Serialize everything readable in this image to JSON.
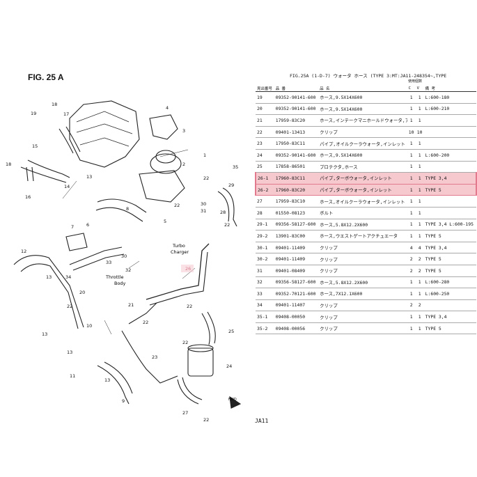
{
  "fig_title": "FIG. 25 A",
  "header": {
    "text": "FIG.25A (1-D-7)  ウォータ ホース (TYPE 3:MT:JA11-248354~,TYPE",
    "usage_note": "使用個数"
  },
  "table": {
    "columns": {
      "no": "見出番号",
      "part": "品 番",
      "name": "品 名",
      "c": "C",
      "v": "V",
      "remarks": "備 考"
    },
    "rows": [
      {
        "no": "19",
        "part": "09352-90141-600",
        "name": "ホース,9.5X14X600",
        "c": "1",
        "v": "1",
        "remarks": "L:600-180",
        "highlight": false
      },
      {
        "no": "20",
        "part": "09352-90141-600",
        "name": "ホース,9.5X14X600",
        "c": "1",
        "v": "1",
        "remarks": "L:600-210",
        "highlight": false
      },
      {
        "no": "21",
        "part": "17959-83C20",
        "name": "ホース,インテークマニホールドウォータ,アウトレット",
        "c": "1",
        "v": "1",
        "remarks": "",
        "highlight": false
      },
      {
        "no": "22",
        "part": "09401-13413",
        "name": "クリップ",
        "c": "10",
        "v": "10",
        "remarks": "",
        "highlight": false
      },
      {
        "no": "23",
        "part": "17950-83C11",
        "name": "パイプ,オイルクーラウォータ,インレット",
        "c": "1",
        "v": "1",
        "remarks": "",
        "highlight": false
      },
      {
        "no": "24",
        "part": "09352-90141-600",
        "name": "ホース,9.5X14X600",
        "c": "1",
        "v": "1",
        "remarks": "L:600-200",
        "highlight": false
      },
      {
        "no": "25",
        "part": "17858-86501",
        "name": "プロテクタ,ホース",
        "c": "1",
        "v": "1",
        "remarks": "",
        "highlight": false
      },
      {
        "no": "26-1",
        "part": "17960-83C11",
        "name": "パイプ,ターボウォータ,インレット",
        "c": "1",
        "v": "1",
        "remarks": "TYPE 3,4",
        "highlight": true
      },
      {
        "no": "26-2",
        "part": "17960-83C20",
        "name": "パイプ,ターボウォータ,インレット",
        "c": "1",
        "v": "1",
        "remarks": "TYPE 5",
        "highlight": true
      },
      {
        "no": "27",
        "part": "17959-83C10",
        "name": "ホース,オイルクーラウォータ,インレット",
        "c": "1",
        "v": "1",
        "remarks": "",
        "highlight": false
      },
      {
        "no": "28",
        "part": "01550-08123",
        "name": "ボルト",
        "c": "1",
        "v": "1",
        "remarks": "",
        "highlight": false
      },
      {
        "no": "29-1",
        "part": "09356-58127-600",
        "name": "ホース,5.8X12.2X600",
        "c": "1",
        "v": "1",
        "remarks": "TYPE 3,4 L:600-195",
        "highlight": false
      },
      {
        "no": "29-2",
        "part": "13901-83C00",
        "name": "ホース,ウエストゲートアクチュエータ",
        "c": "1",
        "v": "1",
        "remarks": "TYPE 5",
        "highlight": false
      },
      {
        "no": "30-1",
        "part": "09401-11409",
        "name": "クリップ",
        "c": "4",
        "v": "4",
        "remarks": "TYPE 3,4",
        "highlight": false
      },
      {
        "no": "30-2",
        "part": "09401-11409",
        "name": "クリップ",
        "c": "2",
        "v": "2",
        "remarks": "TYPE 5",
        "highlight": false
      },
      {
        "no": "31",
        "part": "09401-08409",
        "name": "クリップ",
        "c": "2",
        "v": "2",
        "remarks": "TYPE 5",
        "highlight": false
      },
      {
        "no": "32",
        "part": "09356-58127-600",
        "name": "ホース,5.8X12.2X600",
        "c": "1",
        "v": "1",
        "remarks": "L:600-280",
        "highlight": false
      },
      {
        "no": "33",
        "part": "09352-70121-600",
        "name": "ホース,7X12.1X600",
        "c": "1",
        "v": "1",
        "remarks": "L:600-250",
        "highlight": false
      },
      {
        "no": "34",
        "part": "09401-11407",
        "name": "クリップ",
        "c": "2",
        "v": "2",
        "remarks": "",
        "highlight": false
      },
      {
        "no": "35-1",
        "part": "09408-00050",
        "name": "クリップ",
        "c": "1",
        "v": "1",
        "remarks": "TYPE 3,4",
        "highlight": false
      },
      {
        "no": "35-2",
        "part": "09408-00056",
        "name": "クリップ",
        "c": "1",
        "v": "1",
        "remarks": "TYPE 5",
        "highlight": false
      }
    ]
  },
  "footer": "JA11",
  "diagram": {
    "callouts": [
      "1",
      "2",
      "3",
      "4",
      "5",
      "6",
      "7",
      "8",
      "9",
      "10",
      "11",
      "12",
      "13",
      "13",
      "13",
      "13",
      "13",
      "14",
      "15",
      "16",
      "17",
      "18",
      "18",
      "19",
      "20",
      "21",
      "22",
      "22",
      "22",
      "22",
      "22",
      "22",
      "22",
      "22",
      "23",
      "24",
      "25",
      "26",
      "27",
      "28",
      "29",
      "30",
      "30",
      "31",
      "32",
      "33",
      "34",
      "35"
    ],
    "turbo_label": "Turbo Charger",
    "throttle_label": "Throttle Body",
    "highlight_callout": "26",
    "fwd_label": "FWD"
  }
}
